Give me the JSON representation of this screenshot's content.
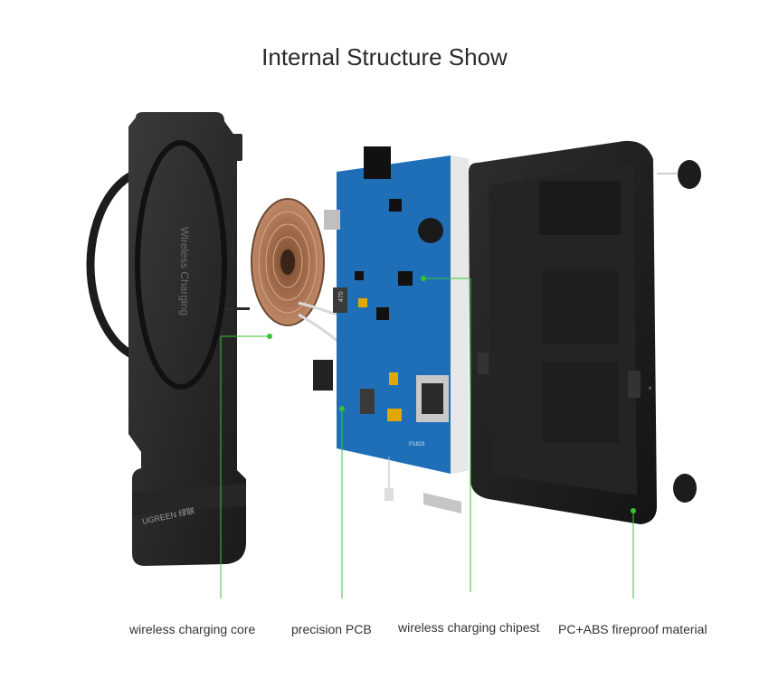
{
  "title": "Internal Structure Show",
  "callouts": [
    {
      "label": "wireless charging core"
    },
    {
      "label": "precision PCB"
    },
    {
      "label": "wireless charging chipest"
    },
    {
      "label": "PC+ABS fireproof material"
    }
  ],
  "product": {
    "front_cover_text": "Wireless Charging",
    "brand_mark": "UGREEN 绿联",
    "pcb_marking": "P1823",
    "component_marking": "470"
  },
  "colors": {
    "callout_line": "#38c238",
    "pcb": "#1f6fb8",
    "housing": "#1c1c1c"
  }
}
